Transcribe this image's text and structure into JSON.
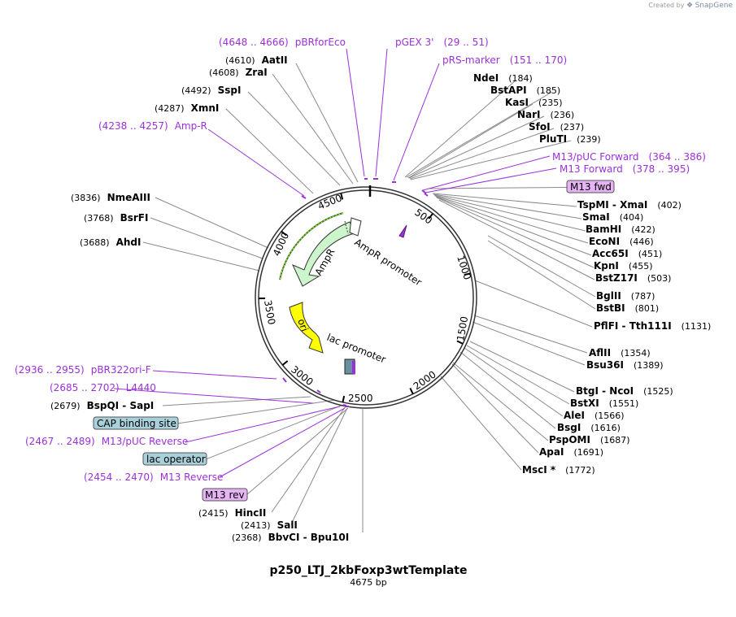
{
  "brand": {
    "prefix": "Created by",
    "name": "SnapGene"
  },
  "plasmid": {
    "name": "p250_LTJ_2kbFoxp3wtTemplate",
    "length_label": "4675 bp"
  },
  "ticks": [
    "500",
    "1000",
    "1500",
    "2000",
    "2500",
    "3000",
    "3500",
    "4000",
    "4500"
  ],
  "features": [
    "AmpR",
    "AmpR promoter",
    "ori",
    "lac promoter"
  ],
  "enzymes": [
    {
      "pos": "(184)",
      "name": "NdeI"
    },
    {
      "pos": "(185)",
      "name": "BstAPI"
    },
    {
      "pos": "(235)",
      "name": "KasI"
    },
    {
      "pos": "(236)",
      "name": "NarI"
    },
    {
      "pos": "(237)",
      "name": "SfoI"
    },
    {
      "pos": "(239)",
      "name": "PluTI"
    },
    {
      "pos": "(402)",
      "name": "TspMI - XmaI"
    },
    {
      "pos": "(404)",
      "name": "SmaI"
    },
    {
      "pos": "(422)",
      "name": "BamHI"
    },
    {
      "pos": "(446)",
      "name": "EcoNI"
    },
    {
      "pos": "(451)",
      "name": "Acc65I"
    },
    {
      "pos": "(455)",
      "name": "KpnI"
    },
    {
      "pos": "(503)",
      "name": "BstZ17I"
    },
    {
      "pos": "(787)",
      "name": "BglII"
    },
    {
      "pos": "(801)",
      "name": "BstBI"
    },
    {
      "pos": "(1131)",
      "name": "PflFI - Tth111I"
    },
    {
      "pos": "(1354)",
      "name": "AflII"
    },
    {
      "pos": "(1389)",
      "name": "Bsu36I"
    },
    {
      "pos": "(1525)",
      "name": "BtgI - NcoI"
    },
    {
      "pos": "(1551)",
      "name": "BstXI"
    },
    {
      "pos": "(1566)",
      "name": "AleI"
    },
    {
      "pos": "(1616)",
      "name": "BsgI"
    },
    {
      "pos": "(1687)",
      "name": "PspOMI"
    },
    {
      "pos": "(1691)",
      "name": "ApaI"
    },
    {
      "pos": "(1772)",
      "name": "MscI *"
    },
    {
      "pos": "(2368)",
      "name": "BbvCI - Bpu10I"
    },
    {
      "pos": "(2413)",
      "name": "SalI"
    },
    {
      "pos": "(2415)",
      "name": "HincII"
    },
    {
      "pos": "(2679)",
      "name": "BspQI - SapI"
    },
    {
      "pos": "(3688)",
      "name": "AhdI"
    },
    {
      "pos": "(3768)",
      "name": "BsrFI"
    },
    {
      "pos": "(3836)",
      "name": "NmeAIII"
    },
    {
      "pos": "(4287)",
      "name": "XmnI"
    },
    {
      "pos": "(4492)",
      "name": "SspI"
    },
    {
      "pos": "(4608)",
      "name": "ZraI"
    },
    {
      "pos": "(4610)",
      "name": "AatII"
    }
  ],
  "primers": [
    {
      "name": "pBRforEco",
      "range": "(4648 .. 4666)"
    },
    {
      "name": "pGEX 3'",
      "range": "(29 .. 51)"
    },
    {
      "name": "pRS-marker",
      "range": "(151 .. 170)"
    },
    {
      "name": "M13/pUC Forward",
      "range": "(364 .. 386)"
    },
    {
      "name": "M13 Forward",
      "range": "(378 .. 395)"
    },
    {
      "name": "Amp-R",
      "range": "(4238 .. 4257)"
    },
    {
      "name": "pBR322ori-F",
      "range": "(2936 .. 2955)"
    },
    {
      "name": "L4440",
      "range": "(2685 .. 2702)"
    },
    {
      "name": "M13/pUC Reverse",
      "range": "(2467 .. 2489)"
    },
    {
      "name": "M13 Reverse",
      "range": "(2454 .. 2470)"
    }
  ],
  "boxes": [
    {
      "label": "M13 fwd",
      "color": "#e6b3f5"
    },
    {
      "label": "CAP binding site",
      "color": "#a9d1dc"
    },
    {
      "label": "lac operator",
      "color": "#a9d1dc"
    },
    {
      "label": "M13 rev",
      "color": "#e6b3f5"
    }
  ],
  "colors": {
    "backbone": "#333333",
    "primer": "#9b30d9",
    "AmpR": "#ccf5cc",
    "ori": "#ffff00",
    "promoter": "#ffffff"
  }
}
